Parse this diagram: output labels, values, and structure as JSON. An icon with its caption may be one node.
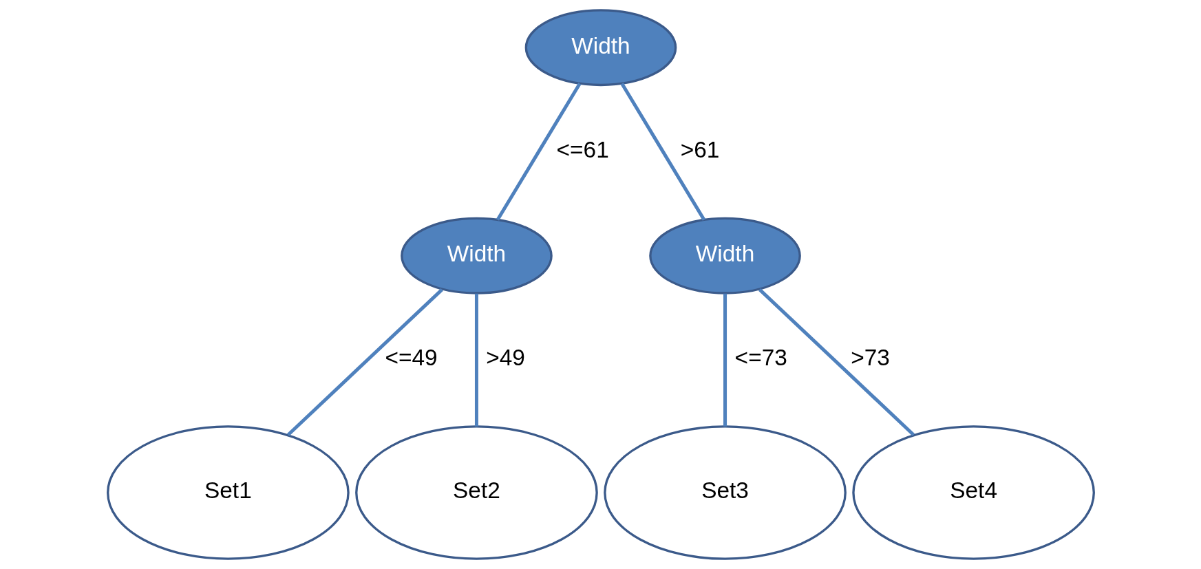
{
  "diagram": {
    "nodes": [
      {
        "text": [
          "Width"
        ]
      },
      {
        "text": [
          "Width"
        ]
      },
      {
        "text": [
          "Width"
        ]
      },
      {
        "text": [
          "Set1"
        ]
      },
      {
        "text": [
          "Set2"
        ]
      },
      {
        "text": [
          "Set3"
        ]
      },
      {
        "text": [
          "Set4"
        ]
      }
    ],
    "edges": [
      {
        "from": 0,
        "to": 1,
        "arrow": "none",
        "label": "<=61"
      },
      {
        "from": 0,
        "to": 2,
        "arrow": "none",
        "label": ">61"
      },
      {
        "from": 1,
        "to": 3,
        "arrow": "none",
        "label": "<=49"
      },
      {
        "from": 1,
        "to": 4,
        "arrow": "none",
        "label": ">49"
      },
      {
        "from": 2,
        "to": 5,
        "arrow": "none",
        "label": "<=73"
      },
      {
        "from": 2,
        "to": 6,
        "arrow": "none",
        "label": ">73"
      }
    ]
  }
}
